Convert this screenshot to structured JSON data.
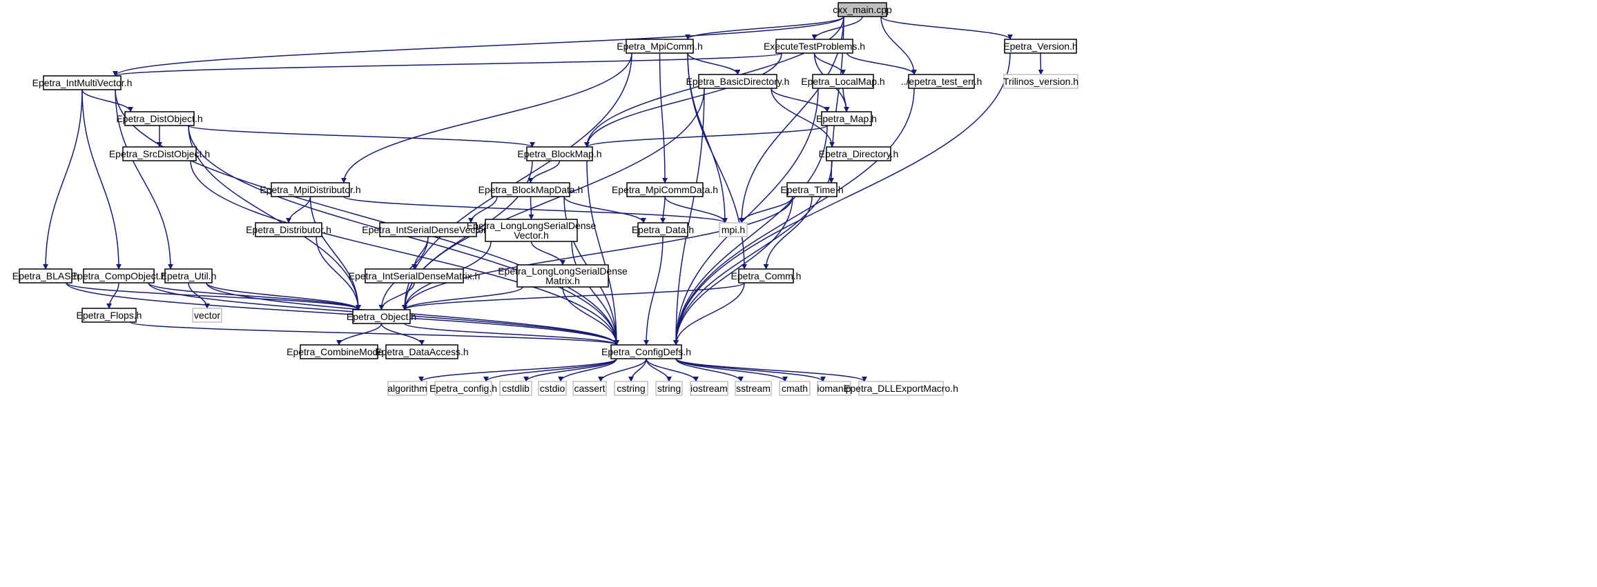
{
  "colors": {
    "edge": "#191970",
    "root_fill": "#bfbfbf",
    "node_border": "#000000",
    "external_border": "#bfbfbf",
    "text": "#000000",
    "background": "#ffffff"
  },
  "nodes": {
    "cxx_main": {
      "lines": [
        "cxx_main.cpp"
      ],
      "kind": "root"
    },
    "ept_version": {
      "lines": [
        "Epetra_Version.h"
      ],
      "kind": "header"
    },
    "trilinos_version": {
      "lines": [
        "Trilinos_version.h"
      ],
      "kind": "external"
    },
    "executetestproblems": {
      "lines": [
        "ExecuteTestProblems.h"
      ],
      "kind": "header"
    },
    "mpicomm": {
      "lines": [
        "Epetra_MpiComm.h"
      ],
      "kind": "header"
    },
    "intmultivector": {
      "lines": [
        "Epetra_IntMultiVector.h"
      ],
      "kind": "header"
    },
    "epetra_test_err": {
      "lines": [
        "../epetra_test_err.h"
      ],
      "kind": "header"
    },
    "localmap": {
      "lines": [
        "Epetra_LocalMap.h"
      ],
      "kind": "header"
    },
    "basicdirectory": {
      "lines": [
        "Epetra_BasicDirectory.h"
      ],
      "kind": "header"
    },
    "map": {
      "lines": [
        "Epetra_Map.h"
      ],
      "kind": "header"
    },
    "distobject": {
      "lines": [
        "Epetra_DistObject.h"
      ],
      "kind": "header"
    },
    "srcdistobject": {
      "lines": [
        "Epetra_SrcDistObject.h"
      ],
      "kind": "header"
    },
    "blockmap": {
      "lines": [
        "Epetra_BlockMap.h"
      ],
      "kind": "header"
    },
    "directory": {
      "lines": [
        "Epetra_Directory.h"
      ],
      "kind": "header"
    },
    "mpidistributor": {
      "lines": [
        "Epetra_MpiDistributor.h"
      ],
      "kind": "header"
    },
    "blockmapdata": {
      "lines": [
        "Epetra_BlockMapData.h"
      ],
      "kind": "header"
    },
    "mpicommdata": {
      "lines": [
        "Epetra_MpiCommData.h"
      ],
      "kind": "header"
    },
    "time": {
      "lines": [
        "Epetra_Time.h"
      ],
      "kind": "header"
    },
    "distributor": {
      "lines": [
        "Epetra_Distributor.h"
      ],
      "kind": "header"
    },
    "intserialdensevector": {
      "lines": [
        "Epetra_IntSerialDenseVector.h"
      ],
      "kind": "header"
    },
    "llsdvector": {
      "lines": [
        "Epetra_LongLongSerialDense",
        "Vector.h"
      ],
      "kind": "header"
    },
    "data": {
      "lines": [
        "Epetra_Data.h"
      ],
      "kind": "header"
    },
    "mpi": {
      "lines": [
        "mpi.h"
      ],
      "kind": "external"
    },
    "blas": {
      "lines": [
        "Epetra_BLAS.h"
      ],
      "kind": "header"
    },
    "compobject": {
      "lines": [
        "Epetra_CompObject.h"
      ],
      "kind": "header"
    },
    "util": {
      "lines": [
        "Epetra_Util.h"
      ],
      "kind": "header"
    },
    "intserialdensematrix": {
      "lines": [
        "Epetra_IntSerialDenseMatrix.h"
      ],
      "kind": "header"
    },
    "llsdmatrix": {
      "lines": [
        "Epetra_LongLongSerialDense",
        "Matrix.h"
      ],
      "kind": "header"
    },
    "comm": {
      "lines": [
        "Epetra_Comm.h"
      ],
      "kind": "header"
    },
    "flops": {
      "lines": [
        "Epetra_Flops.h"
      ],
      "kind": "header"
    },
    "vector": {
      "lines": [
        "vector"
      ],
      "kind": "external"
    },
    "object": {
      "lines": [
        "Epetra_Object.h"
      ],
      "kind": "header"
    },
    "combinemode": {
      "lines": [
        "Epetra_CombineMode.h"
      ],
      "kind": "header"
    },
    "dataaccess": {
      "lines": [
        "Epetra_DataAccess.h"
      ],
      "kind": "header"
    },
    "configdefs": {
      "lines": [
        "Epetra_ConfigDefs.h"
      ],
      "kind": "header"
    },
    "algorithm": {
      "lines": [
        "algorithm"
      ],
      "kind": "external"
    },
    "epetra_config": {
      "lines": [
        "Epetra_config.h"
      ],
      "kind": "external"
    },
    "cstdlib": {
      "lines": [
        "cstdlib"
      ],
      "kind": "external"
    },
    "cstdio": {
      "lines": [
        "cstdio"
      ],
      "kind": "external"
    },
    "cassert": {
      "lines": [
        "cassert"
      ],
      "kind": "external"
    },
    "cstring": {
      "lines": [
        "cstring"
      ],
      "kind": "external"
    },
    "string": {
      "lines": [
        "string"
      ],
      "kind": "external"
    },
    "iostream": {
      "lines": [
        "iostream"
      ],
      "kind": "external"
    },
    "sstream": {
      "lines": [
        "sstream"
      ],
      "kind": "external"
    },
    "cmath": {
      "lines": [
        "cmath"
      ],
      "kind": "external"
    },
    "iomanip": {
      "lines": [
        "iomanip"
      ],
      "kind": "external"
    },
    "dllexport": {
      "lines": [
        "Epetra_DLLExportMacro.h"
      ],
      "kind": "external"
    }
  },
  "edges": [
    [
      "cxx_main",
      "ept_version"
    ],
    [
      "cxx_main",
      "executetestproblems"
    ],
    [
      "cxx_main",
      "mpicomm"
    ],
    [
      "cxx_main",
      "intmultivector"
    ],
    [
      "cxx_main",
      "epetra_test_err"
    ],
    [
      "cxx_main",
      "blockmap"
    ],
    [
      "cxx_main",
      "time"
    ],
    [
      "cxx_main",
      "mpi"
    ],
    [
      "ept_version",
      "trilinos_version"
    ],
    [
      "ept_version",
      "configdefs"
    ],
    [
      "executetestproblems",
      "intmultivector"
    ],
    [
      "executetestproblems",
      "epetra_test_err"
    ],
    [
      "executetestproblems",
      "localmap"
    ],
    [
      "executetestproblems",
      "map"
    ],
    [
      "executetestproblems",
      "blockmap"
    ],
    [
      "mpicomm",
      "basicdirectory"
    ],
    [
      "mpicomm",
      "mpidistributor"
    ],
    [
      "mpicomm",
      "mpicommdata"
    ],
    [
      "mpicomm",
      "object"
    ],
    [
      "mpicomm",
      "mpi"
    ],
    [
      "mpicomm",
      "comm"
    ],
    [
      "intmultivector",
      "distobject"
    ],
    [
      "intmultivector",
      "blas"
    ],
    [
      "intmultivector",
      "compobject"
    ],
    [
      "intmultivector",
      "util"
    ],
    [
      "intmultivector",
      "configdefs"
    ],
    [
      "epetra_test_err",
      "configdefs"
    ],
    [
      "localmap",
      "map"
    ],
    [
      "localmap",
      "configdefs"
    ],
    [
      "basicdirectory",
      "map"
    ],
    [
      "basicdirectory",
      "directory"
    ],
    [
      "basicdirectory",
      "object"
    ],
    [
      "basicdirectory",
      "configdefs"
    ],
    [
      "map",
      "blockmap"
    ],
    [
      "map",
      "configdefs"
    ],
    [
      "distobject",
      "srcdistobject"
    ],
    [
      "distobject",
      "blockmap"
    ],
    [
      "distobject",
      "object"
    ],
    [
      "distobject",
      "configdefs"
    ],
    [
      "srcdistobject",
      "configdefs"
    ],
    [
      "blockmap",
      "blockmapdata"
    ],
    [
      "blockmap",
      "object"
    ],
    [
      "blockmap",
      "configdefs"
    ],
    [
      "directory",
      "configdefs"
    ],
    [
      "mpidistributor",
      "distributor"
    ],
    [
      "mpidistributor",
      "object"
    ],
    [
      "mpidistributor",
      "mpi"
    ],
    [
      "blockmapdata",
      "intserialdensevector"
    ],
    [
      "blockmapdata",
      "llsdvector"
    ],
    [
      "blockmapdata",
      "data"
    ],
    [
      "blockmapdata",
      "configdefs"
    ],
    [
      "mpicommdata",
      "data"
    ],
    [
      "mpicommdata",
      "mpi"
    ],
    [
      "time",
      "mpi"
    ],
    [
      "time",
      "comm"
    ],
    [
      "time",
      "object"
    ],
    [
      "time",
      "configdefs"
    ],
    [
      "distributor",
      "object"
    ],
    [
      "intserialdensevector",
      "intserialdensematrix"
    ],
    [
      "intserialdensevector",
      "object"
    ],
    [
      "llsdvector",
      "llsdmatrix"
    ],
    [
      "llsdvector",
      "object"
    ],
    [
      "llsdvector",
      "configdefs"
    ],
    [
      "data",
      "configdefs"
    ],
    [
      "blas",
      "object"
    ],
    [
      "blas",
      "configdefs"
    ],
    [
      "compobject",
      "flops"
    ],
    [
      "compobject",
      "object"
    ],
    [
      "compobject",
      "configdefs"
    ],
    [
      "util",
      "vector"
    ],
    [
      "util",
      "object"
    ],
    [
      "util",
      "configdefs"
    ],
    [
      "intserialdensematrix",
      "object"
    ],
    [
      "llsdmatrix",
      "object"
    ],
    [
      "llsdmatrix",
      "configdefs"
    ],
    [
      "comm",
      "object"
    ],
    [
      "comm",
      "configdefs"
    ],
    [
      "flops",
      "configdefs"
    ],
    [
      "object",
      "combinemode"
    ],
    [
      "object",
      "dataaccess"
    ],
    [
      "object",
      "configdefs"
    ],
    [
      "configdefs",
      "algorithm"
    ],
    [
      "configdefs",
      "epetra_config"
    ],
    [
      "configdefs",
      "cstdlib"
    ],
    [
      "configdefs",
      "cstdio"
    ],
    [
      "configdefs",
      "cassert"
    ],
    [
      "configdefs",
      "cstring"
    ],
    [
      "configdefs",
      "string"
    ],
    [
      "configdefs",
      "iostream"
    ],
    [
      "configdefs",
      "sstream"
    ],
    [
      "configdefs",
      "cmath"
    ],
    [
      "configdefs",
      "iomanip"
    ],
    [
      "configdefs",
      "dllexport"
    ]
  ]
}
